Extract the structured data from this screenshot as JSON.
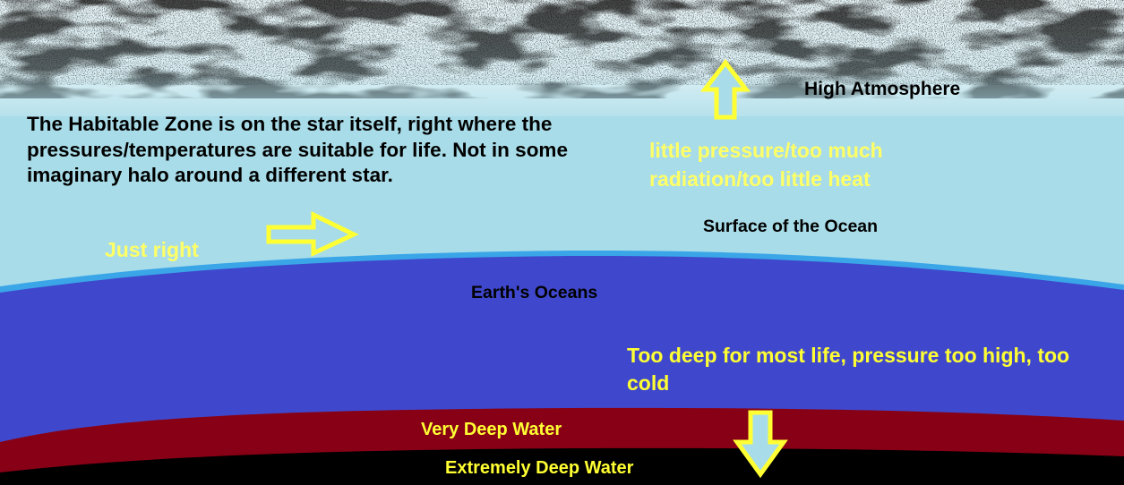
{
  "labels": {
    "high_atmosphere": "High Atmosphere",
    "habitable_zone_text": "The Habitable Zone is on the star itself, right where the pressures/temperatures are suitable for life. Not in some imaginary halo around a different star.",
    "pressure_note": "little pressure/too much radiation/too little heat",
    "just_right": "Just right",
    "surface_of_ocean": "Surface of the Ocean",
    "earths_oceans": "Earth's Oceans",
    "too_deep": "Too deep for most life, pressure too high, too cold",
    "very_deep_water": "Very Deep Water",
    "extremely_deep_water": "Extremely Deep Water"
  },
  "colors": {
    "sky": "#a8dce8",
    "ocean_surface_line": "#3aa6e8",
    "ocean": "#3f48cc",
    "very_deep": "#880015",
    "extremely_deep": "#000000",
    "arrow": "#ffff33",
    "arrow_fill": "#a8dce8",
    "clouds": "#f4f8fa",
    "stars": "#101010"
  },
  "icons": {
    "up_arrow": "arrow-up-icon",
    "right_arrow": "arrow-right-icon",
    "down_arrow": "arrow-down-icon"
  }
}
